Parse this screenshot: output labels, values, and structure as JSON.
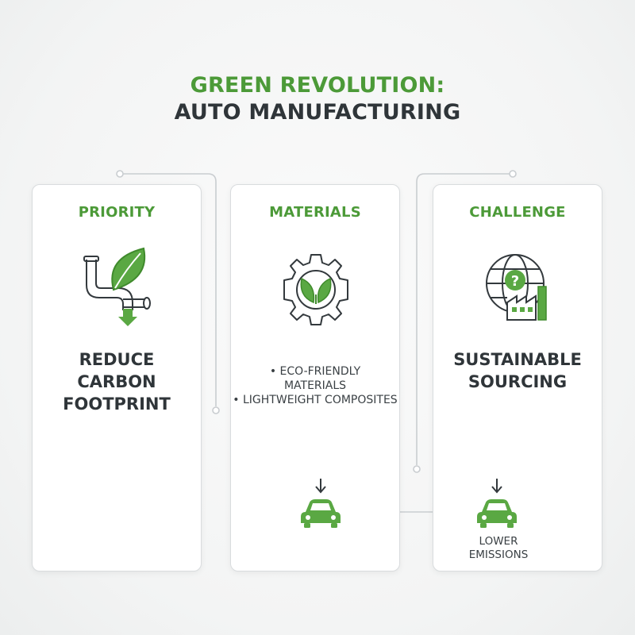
{
  "title": {
    "line1": "GREEN REVOLUTION:",
    "line2": "AUTO MANUFACTURING"
  },
  "cards": [
    {
      "heading": "PRIORITY",
      "icon": "leaf-pipe-icon",
      "lines": [
        "REDUCE",
        "CARBON",
        "FOOTPRINT"
      ]
    },
    {
      "heading": "MATERIALS",
      "icon": "gear-leaf-icon",
      "bullets": [
        "• ECO-FRIENDLY",
        "MATERIALS",
        "• LIGHTWEIGHT COMPOSITES"
      ]
    },
    {
      "heading": "CHALLENGE",
      "icon": "globe-factory-icon",
      "lines": [
        "SUSTAINABLE",
        "SOURCING"
      ]
    }
  ],
  "flow": {
    "result_label_line1": "LOWER",
    "result_label_line2": "EMISSIONS"
  },
  "colors": {
    "accent": "#4c9a38",
    "text": "#2f3539",
    "border": "#d9dcde",
    "connector": "#c9cdd0"
  }
}
